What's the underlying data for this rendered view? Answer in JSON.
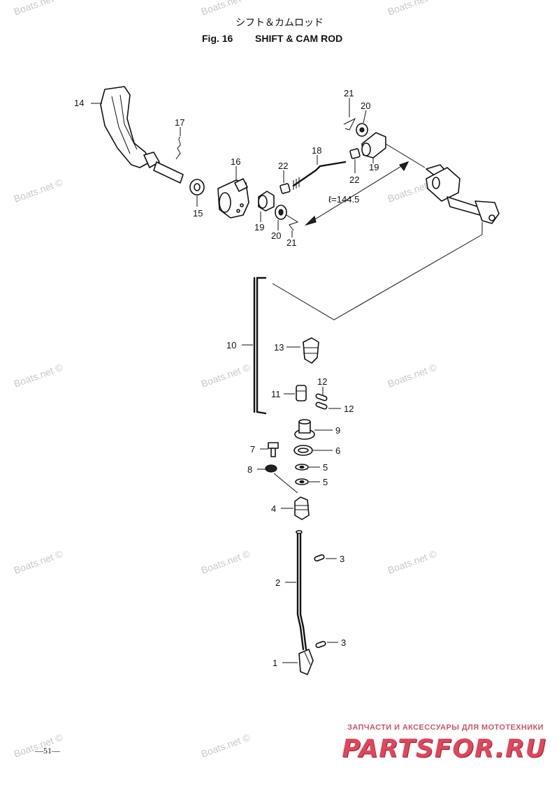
{
  "header": {
    "title_jp": "シフト＆カムロッド",
    "fig_label": "Fig. 16",
    "fig_title": "SHIFT & CAM ROD"
  },
  "watermark": "Boats.net ©",
  "dimension": "ℓ=144.5",
  "callouts": {
    "c14": "14",
    "c17": "17",
    "c16": "16",
    "c15": "15",
    "c21a": "21",
    "c20a": "20",
    "c18": "18",
    "c22a": "22",
    "c22b": "22",
    "c19a": "19",
    "c19b": "19",
    "c20b": "20",
    "c21b": "21",
    "c10": "10",
    "c13": "13",
    "c11": "11",
    "c12a": "12",
    "c12b": "12",
    "c9": "9",
    "c7": "7",
    "c6": "6",
    "c8": "8",
    "c5a": "5",
    "c5b": "5",
    "c4": "4",
    "c3a": "3",
    "c2": "2",
    "c3b": "3",
    "c1": "1"
  },
  "footer": {
    "page_number": "—51—",
    "brand_tagline": "ЗАПЧАСТИ И АКСЕССУАРЫ ДЛЯ МОТОТЕХНИКИ",
    "brand_name": "PARTSFOR.RU"
  },
  "colors": {
    "brand": "#e0455a",
    "watermark": "#c8c8c8",
    "ink": "#111111"
  }
}
